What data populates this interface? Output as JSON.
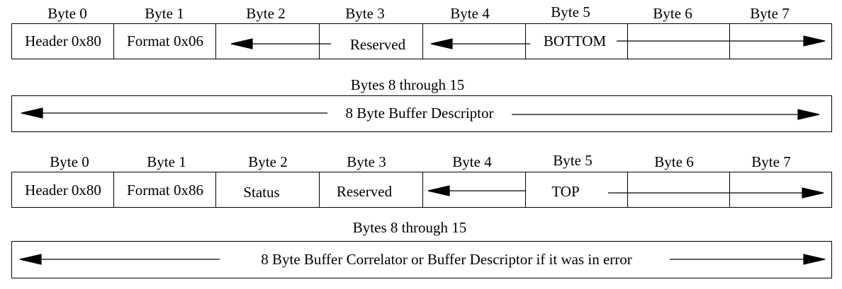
{
  "frame1": {
    "byte_labels": [
      "Byte 0",
      "Byte 1",
      "Byte 2",
      "Byte 3",
      "Byte 4",
      "Byte 5",
      "Byte 6",
      "Byte 7"
    ],
    "cells": {
      "header": "Header 0x80",
      "format": "Format 0x06",
      "reserved": "Reserved",
      "position": "BOTTOM"
    },
    "buffer_label": "Bytes 8 through 15",
    "buffer_text": "8 Byte Buffer Descriptor"
  },
  "frame2": {
    "byte_labels": [
      "Byte 0",
      "Byte 1",
      "Byte 2",
      "Byte 3",
      "Byte 4",
      "Byte 5",
      "Byte 6",
      "Byte 7"
    ],
    "cells": {
      "header": "Header 0x80",
      "format": "Format 0x86",
      "status": "Status",
      "reserved": "Reserved",
      "position": "TOP"
    },
    "buffer_label": "Bytes 8 through 15",
    "buffer_text": "8 Byte Buffer Correlator or Buffer Descriptor if it was in error"
  }
}
